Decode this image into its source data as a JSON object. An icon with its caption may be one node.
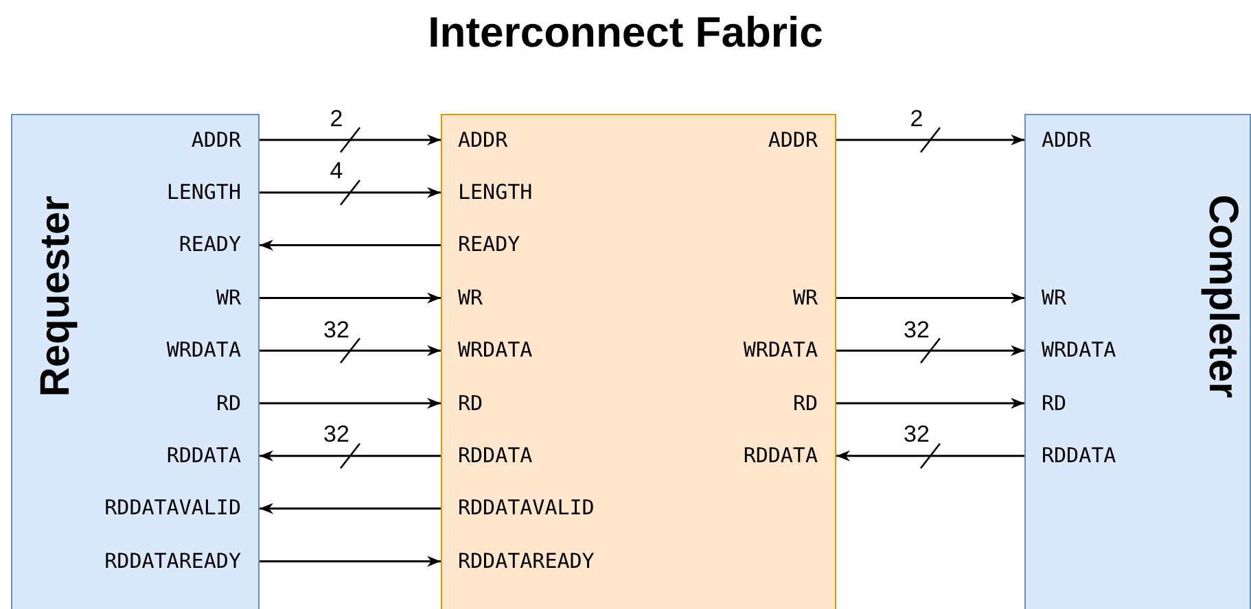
{
  "diagram": {
    "title": "Interconnect Fabric",
    "nodes": [
      {
        "text": [
          "Requester"
        ]
      },
      {
        "text": [
          "ADDR"
        ],
        "in": 0
      },
      {
        "text": [
          "LENGTH"
        ],
        "in": 0
      },
      {
        "text": [
          "READY"
        ],
        "in": 0
      },
      {
        "text": [
          "WR"
        ],
        "in": 0
      },
      {
        "text": [
          "WRDATA"
        ],
        "in": 0
      },
      {
        "text": [
          "RD"
        ],
        "in": 0
      },
      {
        "text": [
          "RDDATA"
        ],
        "in": 0
      },
      {
        "text": [
          "RDDATAVALID"
        ],
        "in": 0
      },
      {
        "text": [
          "RDDATAREADY"
        ],
        "in": 0
      },
      {
        "text": [],
        "shape": "box"
      },
      {
        "text": [
          "ADDR"
        ],
        "in": 10
      },
      {
        "text": [
          "LENGTH"
        ],
        "in": 10
      },
      {
        "text": [
          "READY"
        ],
        "in": 10
      },
      {
        "text": [
          "WR"
        ],
        "in": 10
      },
      {
        "text": [
          "WRDATA"
        ],
        "in": 10
      },
      {
        "text": [
          "RD"
        ],
        "in": 10
      },
      {
        "text": [
          "RDDATA"
        ],
        "in": 10
      },
      {
        "text": [
          "RDDATAVALID"
        ],
        "in": 10
      },
      {
        "text": [
          "RDDATAREADY"
        ],
        "in": 10
      },
      {
        "text": [
          "ADDR"
        ],
        "in": 10
      },
      {
        "text": [
          "WR"
        ],
        "in": 10
      },
      {
        "text": [
          "WRDATA"
        ],
        "in": 10
      },
      {
        "text": [
          "RD"
        ],
        "in": 10
      },
      {
        "text": [
          "RDDATA"
        ],
        "in": 10
      },
      {
        "text": [
          "Completer"
        ]
      },
      {
        "text": [
          "ADDR"
        ],
        "in": 25
      },
      {
        "text": [
          "WR"
        ],
        "in": 25
      },
      {
        "text": [
          "WRDATA"
        ],
        "in": 25
      },
      {
        "text": [
          "RD"
        ],
        "in": 25
      },
      {
        "text": [
          "RDDATA"
        ],
        "in": 25
      }
    ],
    "edges": [
      {
        "from": 1,
        "to": 11,
        "arrow": "to",
        "label": "2"
      },
      {
        "from": 2,
        "to": 12,
        "arrow": "to",
        "label": "4"
      },
      {
        "from": 13,
        "to": 3,
        "arrow": "to"
      },
      {
        "from": 4,
        "to": 14,
        "arrow": "to"
      },
      {
        "from": 5,
        "to": 15,
        "arrow": "to",
        "label": "32"
      },
      {
        "from": 6,
        "to": 16,
        "arrow": "to"
      },
      {
        "from": 17,
        "to": 7,
        "arrow": "to",
        "label": "32"
      },
      {
        "from": 18,
        "to": 8,
        "arrow": "to"
      },
      {
        "from": 9,
        "to": 19,
        "arrow": "to"
      },
      {
        "from": 20,
        "to": 26,
        "arrow": "to",
        "label": "2"
      },
      {
        "from": 21,
        "to": 27,
        "arrow": "to"
      },
      {
        "from": 22,
        "to": 28,
        "arrow": "to",
        "label": "32"
      },
      {
        "from": 23,
        "to": 29,
        "arrow": "to"
      },
      {
        "from": 30,
        "to": 24,
        "arrow": "to",
        "label": "32"
      }
    ]
  }
}
